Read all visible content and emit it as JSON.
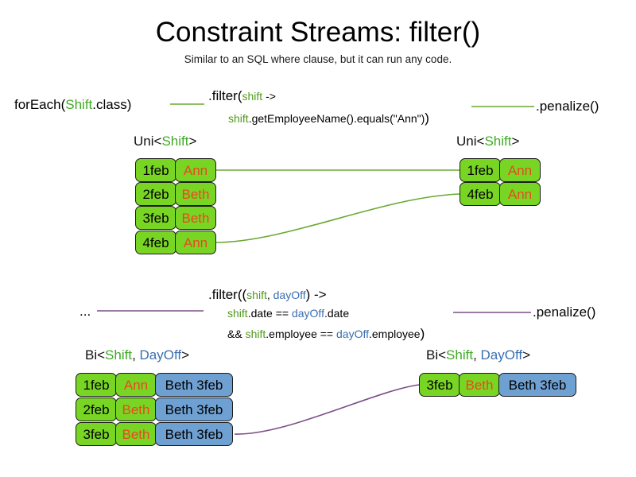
{
  "slide": {
    "title": "Constraint Streams: filter()",
    "subtitle": "Similar to an SQL where clause, but it can run any code."
  },
  "colors": {
    "green_fill": "#79d524",
    "blue_fill": "#6fa0d2",
    "green_line": "#6aa832",
    "purple_line": "#7a4f86",
    "name_text": "#e8491d",
    "type_green": "#3dab24",
    "type_blue": "#3a6fb0"
  },
  "uni_section": {
    "source_label": {
      "prefix": "forEach(",
      "type": "Shift",
      "suffix": ".class)"
    },
    "filter": {
      "head": ".filter(",
      "param": "shift",
      "arrow": " ->",
      "body_param": "shift",
      "body_rest": ".getEmployeeName().equals(\"Ann\")",
      "tail": ")"
    },
    "penalize_label": ".penalize()",
    "left_header": {
      "prefix": "Uni<",
      "type": "Shift",
      "suffix": ">"
    },
    "right_header": {
      "prefix": "Uni<",
      "type": "Shift",
      "suffix": ">"
    },
    "left_rows": [
      {
        "date": "1feb",
        "name": "Ann"
      },
      {
        "date": "2feb",
        "name": "Beth"
      },
      {
        "date": "3feb",
        "name": "Beth"
      },
      {
        "date": "4feb",
        "name": "Ann"
      }
    ],
    "right_rows": [
      {
        "date": "1feb",
        "name": "Ann"
      },
      {
        "date": "4feb",
        "name": "Ann"
      }
    ]
  },
  "bi_section": {
    "source_label": "...",
    "filter": {
      "head": ".filter((",
      "param1": "shift",
      "comma": ", ",
      "param2": "dayOff",
      "arrow": ") ->",
      "line2_a": "shift",
      "line2_b": ".date == ",
      "line2_c": "dayOff",
      "line2_d": ".date",
      "line3_a": "&& ",
      "line3_b": "shift",
      "line3_c": ".employee == ",
      "line3_d": "dayOff",
      "line3_e": ".employee",
      "tail": ")"
    },
    "penalize_label": ".penalize()",
    "left_header": {
      "prefix": "Bi<",
      "type1": "Shift",
      "comma": ", ",
      "type2": "DayOff",
      "suffix": ">"
    },
    "right_header": {
      "prefix": "Bi<",
      "type1": "Shift",
      "comma": ", ",
      "type2": "DayOff",
      "suffix": ">"
    },
    "left_rows": [
      {
        "date": "1feb",
        "name": "Ann",
        "dayoff": "Beth 3feb"
      },
      {
        "date": "2feb",
        "name": "Beth",
        "dayoff": "Beth 3feb"
      },
      {
        "date": "3feb",
        "name": "Beth",
        "dayoff": "Beth 3feb"
      }
    ],
    "right_rows": [
      {
        "date": "3feb",
        "name": "Beth",
        "dayoff": "Beth 3feb"
      }
    ]
  }
}
